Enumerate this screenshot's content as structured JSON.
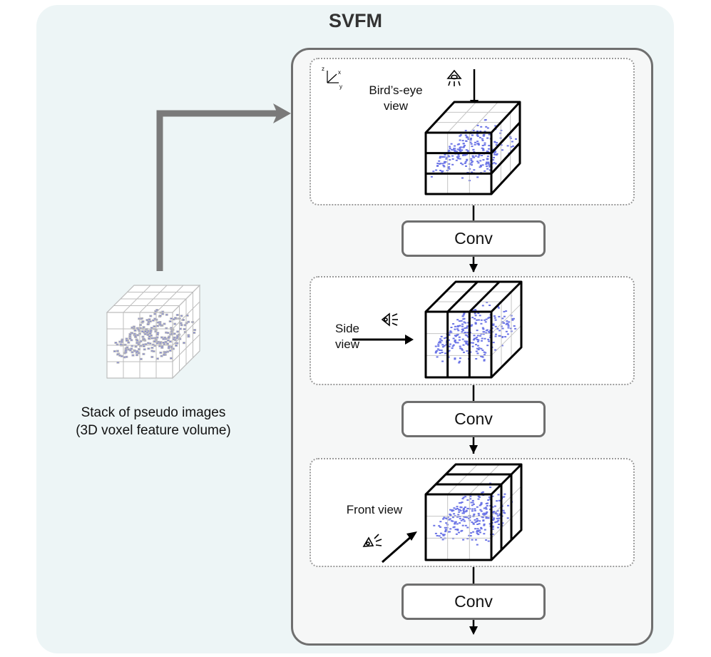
{
  "title": "SVFM",
  "input_caption": {
    "line1": "Stack of pseudo images",
    "line2": "(3D voxel  feature volume)"
  },
  "views": [
    {
      "label": "Bird’s-eye view",
      "label_line1": "Bird’s-eye",
      "label_line2": "view",
      "icon": "eye-looking-down-icon"
    },
    {
      "label": "Side view",
      "label_line1": "Side",
      "label_line2": "view",
      "icon": "eye-looking-left-icon"
    },
    {
      "label": "Front view",
      "label_line1": "Front view",
      "icon": "eye-looking-diagonal-icon"
    }
  ],
  "conv_blocks": [
    "Conv",
    "Conv",
    "Conv"
  ],
  "axes": {
    "z": "z",
    "x": "x",
    "y": "y"
  },
  "colors": {
    "point_cloud": "#6b74e6",
    "background_panel": "#edf5f6",
    "module_border": "#6f6f6f",
    "arrow_gray": "#7a7a7a"
  }
}
